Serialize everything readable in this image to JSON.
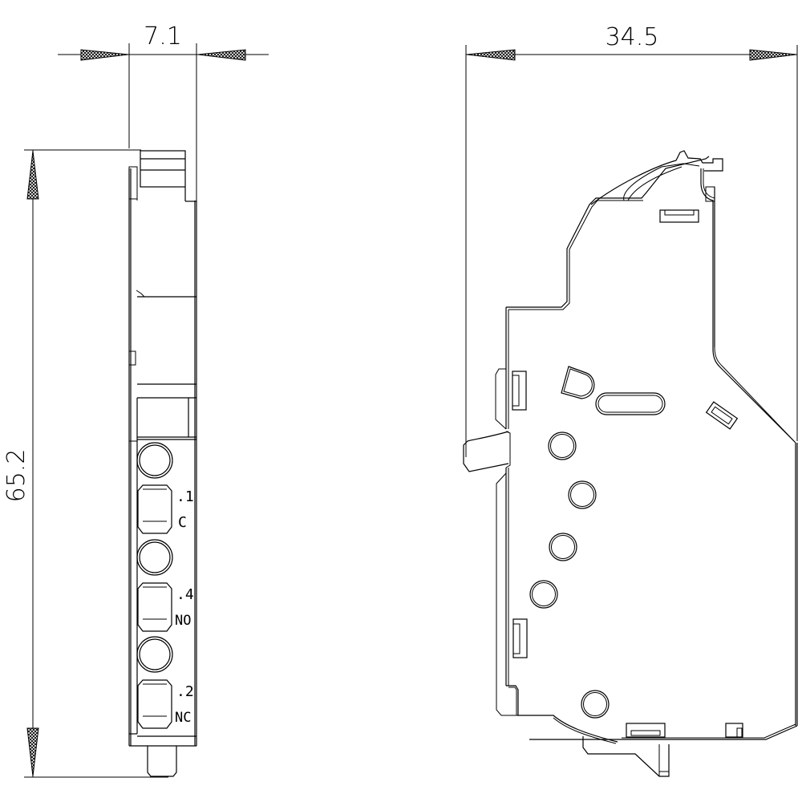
{
  "drawing": {
    "type": "technical-dimension-drawing",
    "views": [
      "side-view",
      "front-view"
    ]
  },
  "dimensions": {
    "width_side": "7.1",
    "width_front": "34.5",
    "height": "65.2"
  },
  "terminals": [
    {
      "number": ".1",
      "label": "C"
    },
    {
      "number": ".4",
      "label": "NO"
    },
    {
      "number": ".2",
      "label": "NC"
    }
  ],
  "colors": {
    "line": "#000000",
    "background": "#ffffff"
  }
}
